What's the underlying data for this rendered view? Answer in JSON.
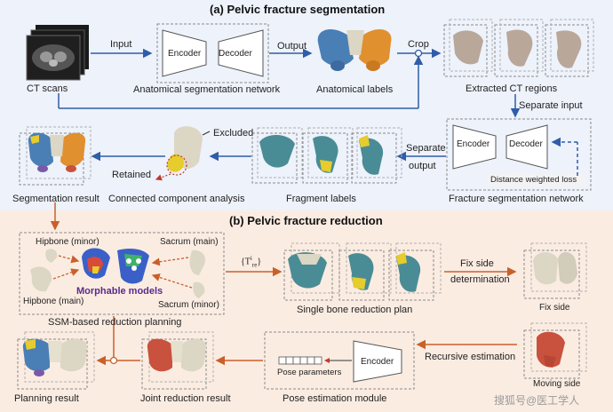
{
  "section_a": {
    "title": "(a) Pelvic fracture segmentation",
    "ct_scans": "CT scans",
    "input": "Input",
    "encoder": "Encoder",
    "decoder": "Decoder",
    "anatomical_network": "Anatomical segmentation network",
    "output": "Output",
    "anatomical_labels": "Anatomical labels",
    "crop": "Crop",
    "extracted_ct": "Extracted CT regions",
    "separate_input": "Separate input",
    "encoder2": "Encoder",
    "decoder2": "Decoder",
    "distance_loss": "Distance weighted loss",
    "fracture_network": "Fracture segmentation network",
    "separate_output_1": "Separate",
    "separate_output_2": "output",
    "fragment_labels": "Fragment labels",
    "excluded": "Excluded",
    "retained": "Retained",
    "connected_component": "Connected component analysis",
    "segmentation_result": "Segmentation result"
  },
  "section_b": {
    "title": "(b) Pelvic fracture reduction",
    "hipbone_minor": "Hipbone (minor)",
    "sacrum_main": "Sacrum (main)",
    "hipbone_main": "Hipbone (main)",
    "sacrum_minor": "Sacrum (minor)",
    "morphable_models": "Morphable models",
    "ssm_planning": "SSM-based reduction planning",
    "transform": "{T",
    "transform_sup": "i",
    "transform_sub": "re",
    "transform_close": "}",
    "single_bone_plan": "Single bone reduction plan",
    "fix_side_det_1": "Fix side",
    "fix_side_det_2": "determination",
    "fix_side": "Fix side",
    "moving_side": "Moving side",
    "recursive": "Recursive estimation",
    "encoder": "Encoder",
    "pose_params": "Pose parameters",
    "pose_module": "Pose estimation module",
    "joint_result": "Joint reduction result",
    "planning_result": "Planning result"
  },
  "watermark": "搜狐号@医工学人",
  "colors": {
    "arrow_blue": "#2f5da8",
    "arrow_orange": "#c9602a",
    "bone_blue": "#4a7fb5",
    "bone_orange": "#e0902e",
    "bone_ivory": "#dcd6c4",
    "bone_teal": "#4a8c95",
    "bone_yellow": "#e6cc2c",
    "bone_red": "#c8523d"
  }
}
